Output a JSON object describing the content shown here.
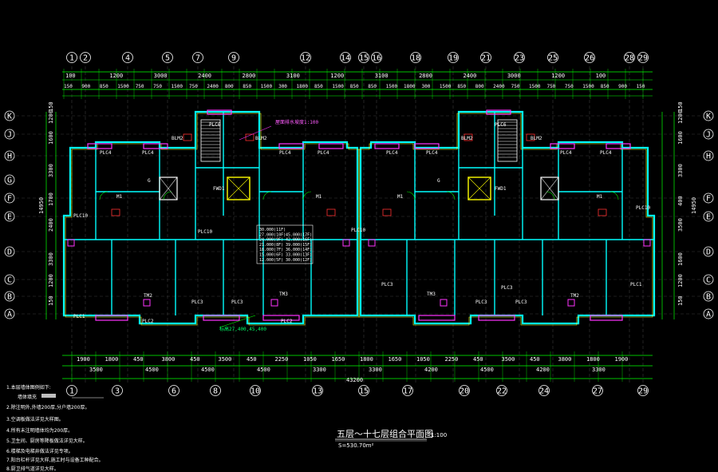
{
  "axes_top": [
    "1",
    "2",
    "4",
    "5",
    "7",
    "9",
    "12",
    "14",
    "15",
    "16",
    "18",
    "19",
    "21",
    "23",
    "25",
    "26",
    "28",
    "29"
  ],
  "axes_bottom": [
    "1",
    "3",
    "6",
    "8",
    "10",
    "13",
    "15",
    "17",
    "20",
    "22",
    "24",
    "27",
    "29"
  ],
  "axes_side": [
    "K",
    "J",
    "H",
    "G",
    "F",
    "E",
    "D",
    "C",
    "B",
    "A"
  ],
  "dims_top_row1": [
    "100",
    "1200",
    "3000",
    "2400",
    "2800",
    "3100",
    "1200",
    "3100",
    "2800",
    "2400",
    "3000",
    "1200",
    "100"
  ],
  "dims_top_row2": [
    "150",
    "900",
    "850",
    "1500",
    "750",
    "750",
    "1500",
    "750",
    "2400",
    "800",
    "850",
    "1500",
    "300",
    "1800",
    "850",
    "1500",
    "850",
    "850",
    "1500",
    "1800",
    "300",
    "1500",
    "850",
    "800",
    "2400",
    "750",
    "1500",
    "750",
    "750",
    "1500",
    "850",
    "900",
    "150"
  ],
  "dims_bottom_row1": [
    "1900",
    "1800",
    "450",
    "3800",
    "450",
    "3500",
    "450",
    "2250",
    "1050",
    "1650",
    "1800",
    "1650",
    "1050",
    "2250",
    "450",
    "3500",
    "450",
    "3800",
    "1800",
    "1900"
  ],
  "dims_bottom_row2": [
    "3500",
    "4500",
    "4500",
    "4500",
    "3300",
    "3300",
    "4200",
    "4500",
    "4200",
    "3300"
  ],
  "dims_bottom_total": "43200",
  "dims_side_left": [
    "150",
    "1200",
    "1600",
    "3300",
    "1700",
    "2400",
    "3300",
    "1200",
    "150"
  ],
  "dims_side_right": [
    "150",
    "1200",
    "1600",
    "3300",
    "400",
    "3500",
    "1600",
    "1200",
    "150"
  ],
  "dims_side_total": "14950",
  "room_tags": [
    "PLC6",
    "PLC6",
    "PLC4",
    "PLC4",
    "PLC4",
    "PLC4",
    "PLC4",
    "PLC4",
    "PLC4",
    "PLC4",
    "PLC3",
    "PLC3",
    "PLC3",
    "PLC3",
    "PLC3",
    "PLC3",
    "PLC2",
    "PLC2",
    "PLC1",
    "PLC1",
    "PLC10",
    "PLC10",
    "PLC10",
    "PLC10",
    "BLM2",
    "BLM2",
    "BLM2",
    "BLM2",
    "TM2",
    "TM2",
    "TM3",
    "TM3",
    "FWD1",
    "FWD1",
    "M1",
    "M1",
    "M1",
    "M1",
    "G",
    "G"
  ],
  "elevation_table": [
    "30.000(11F)",
    "27.000(10F)",
    "24.000(9F)",
    "21.000(8F)",
    "18.000(7F)",
    "15.000(6F)",
    "12.000(5F)",
    "45.000(17F)",
    "42.000(16F)",
    "39.000(15F)",
    "36.000(14F)",
    "33.000(13F)",
    "30.000(12F)"
  ],
  "annotation_top": "屋面排水坡度1:100",
  "annotation_bottom": "标高27,400,45,400",
  "notes_heading": "1.本层墙体图例如下:",
  "notes": [
    "墙体填充",
    "2.除注明外,外墙200厚,分户墙200厚。",
    "3.空调板做法详见大样图。",
    "4.所有未注明墙体均为200厚。",
    "5.卫生间、厨房等降板做法详见大样。",
    "6.楼梯及电梯井做法详见专项。",
    "7.阳台栏杆详见大样,施工时与设备工种配合。",
    "8.厨卫排气道详见大样。"
  ],
  "title": "五层～十七层组合平面图",
  "scale": "1:100",
  "area": "S=530.70m²"
}
